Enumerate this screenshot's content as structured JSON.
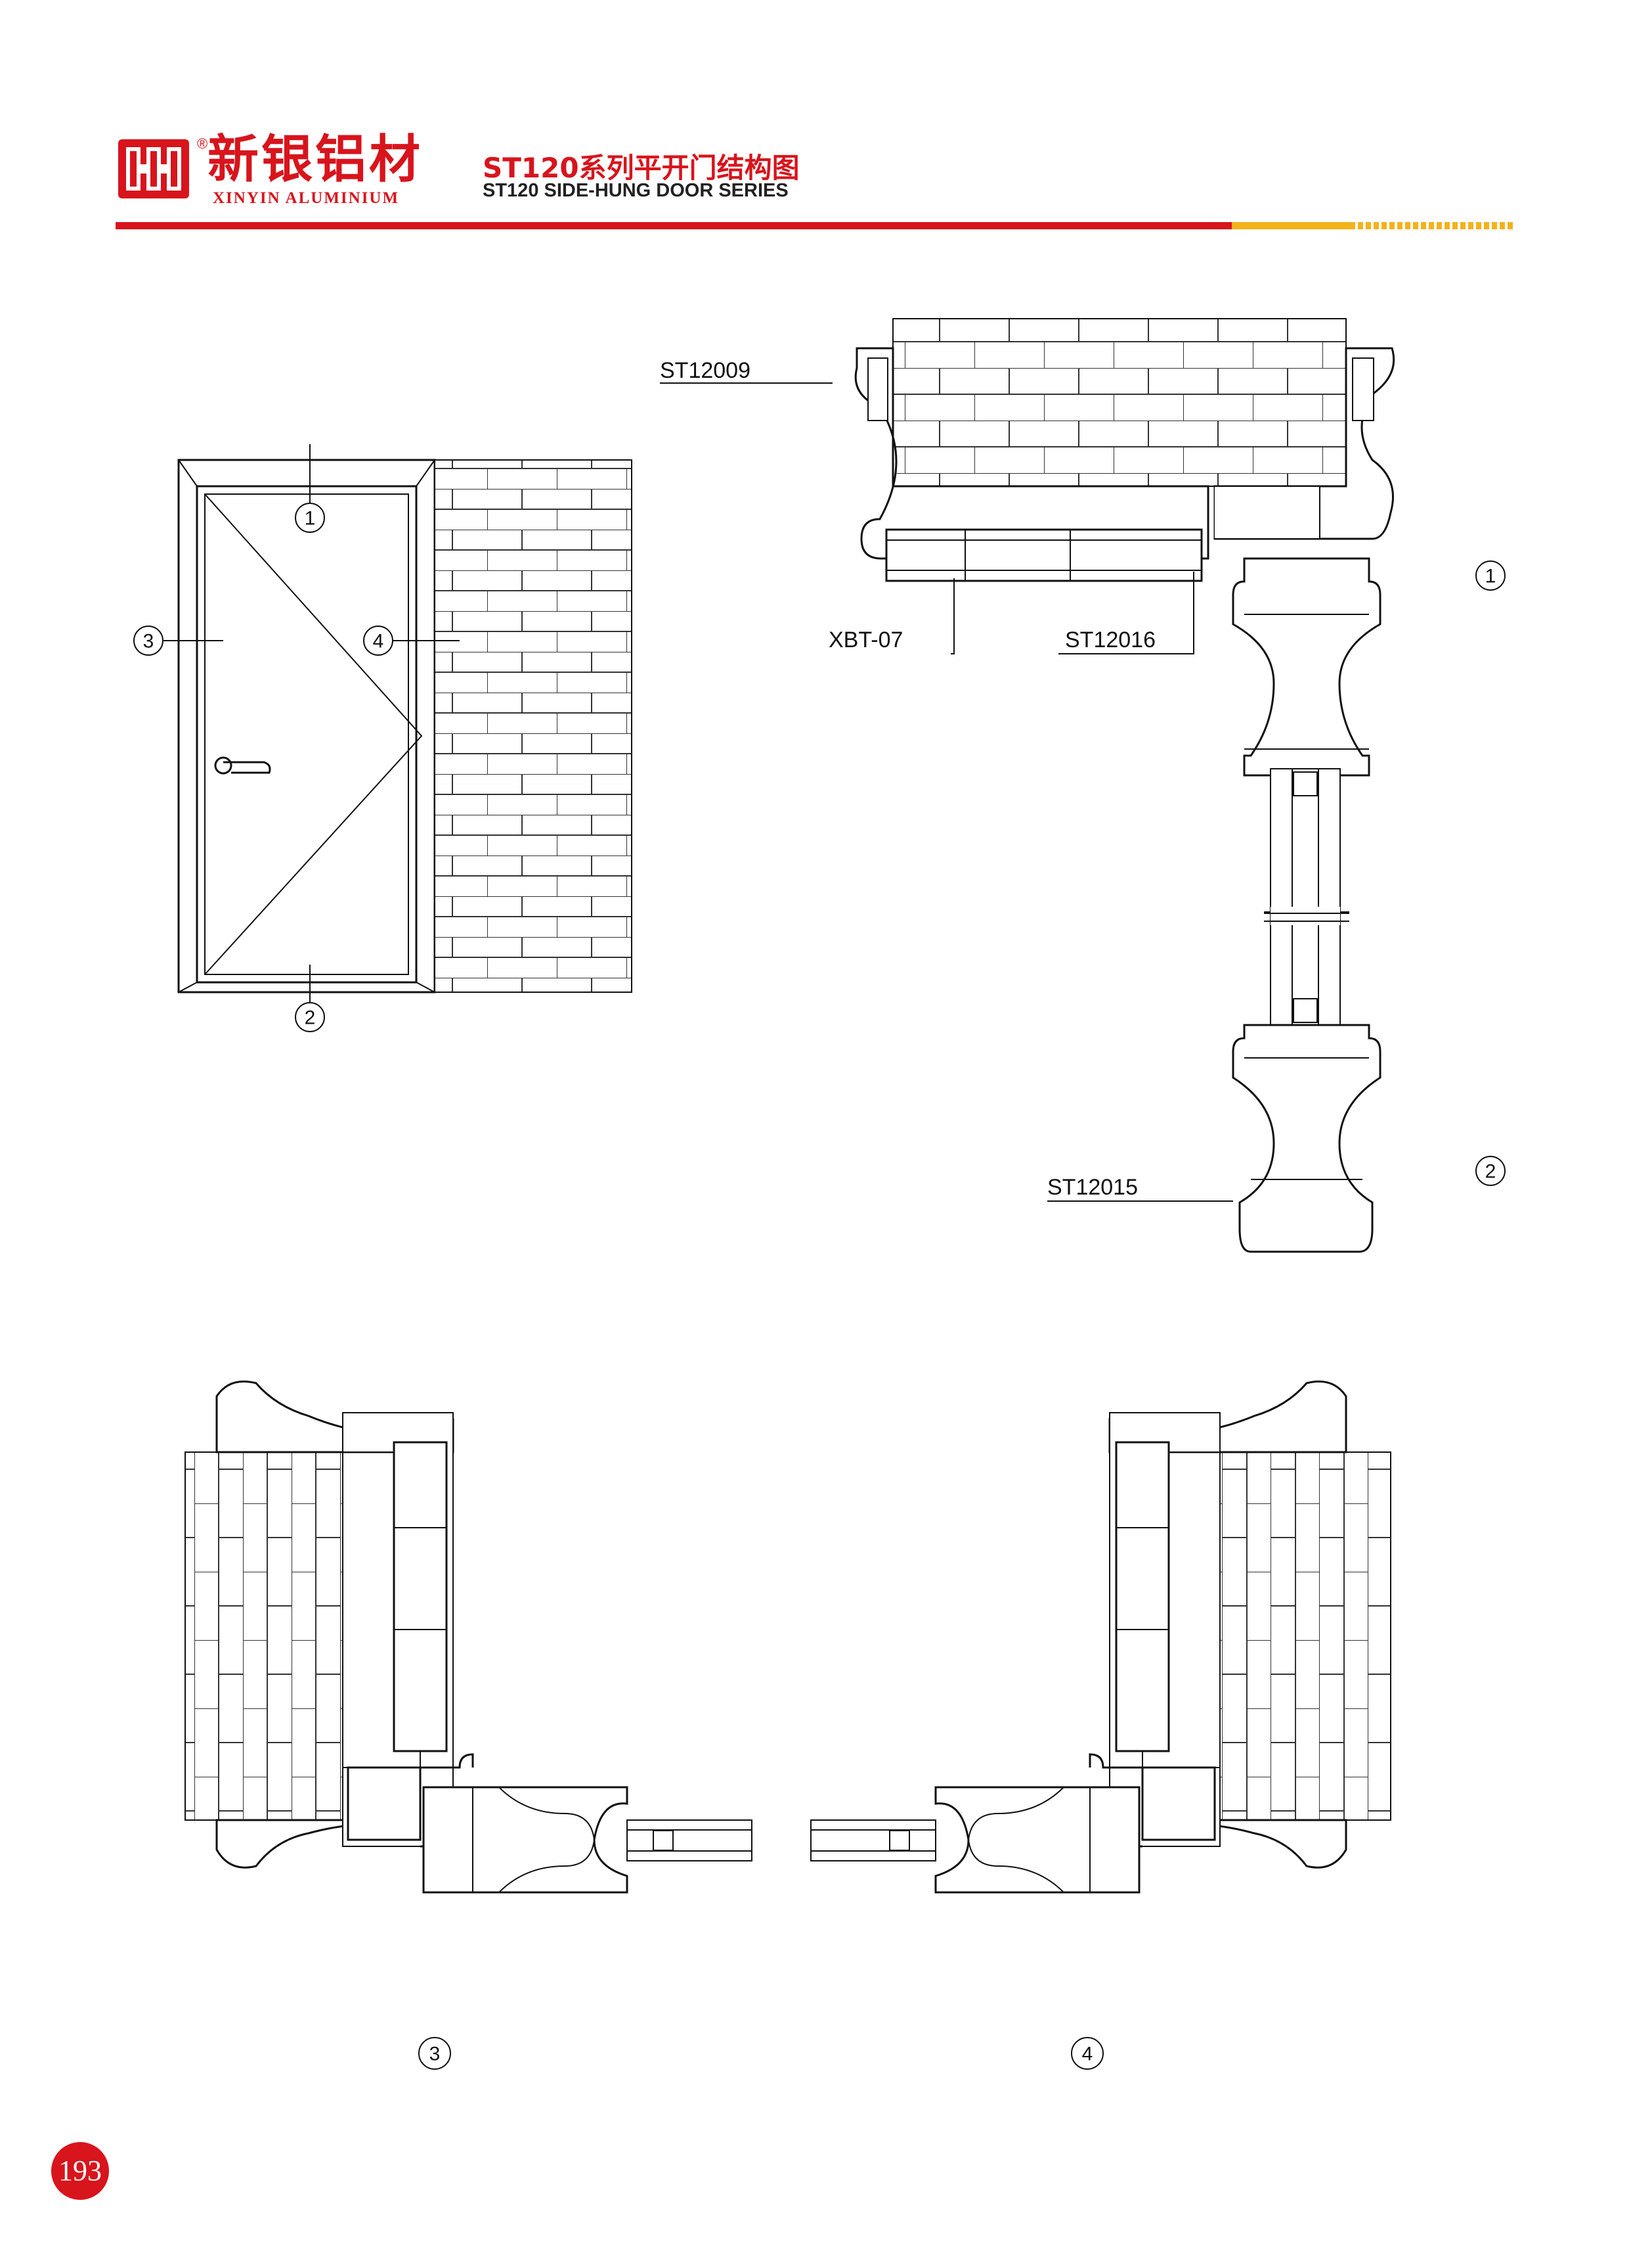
{
  "header": {
    "brand_cn": "新银铝材",
    "brand_en": "XINYIN ALUMINIUM",
    "registered_mark": "®",
    "title_cn": "ST120系列平开门结构图",
    "title_en": "ST120 SIDE-HUNG DOOR SERIES",
    "colors": {
      "brand_red": "#d8141c",
      "accent_yellow": "#f2b21b"
    }
  },
  "elevation": {
    "markers": [
      {
        "id": "1",
        "text": "1"
      },
      {
        "id": "2",
        "text": "2"
      },
      {
        "id": "3",
        "text": "3"
      },
      {
        "id": "4",
        "text": "4"
      }
    ]
  },
  "section_top": {
    "labels": {
      "frame": "ST12009",
      "bead": "XBT-07",
      "mullion": "ST12016",
      "sash": "ST12015"
    },
    "markers": [
      {
        "text": "1"
      },
      {
        "text": "2"
      }
    ]
  },
  "section_bottom": {
    "markers": [
      {
        "text": "3"
      },
      {
        "text": "4"
      }
    ]
  },
  "footer": {
    "page_number": "193"
  }
}
